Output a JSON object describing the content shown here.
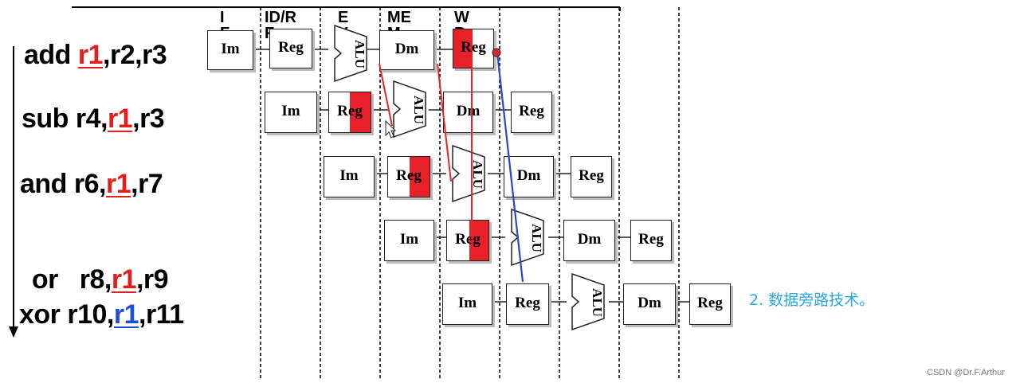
{
  "stages": [
    "I F",
    "ID/R F",
    "E X",
    "ME M",
    "W B"
  ],
  "instructions": [
    {
      "pre": "add ",
      "reg": "r1",
      "post": ",r2,r3",
      "color": "#e11d1d"
    },
    {
      "pre": "sub r4,",
      "reg": "r1",
      "post": ",r3",
      "color": "#e11d1d"
    },
    {
      "pre": "and r6,",
      "reg": "r1",
      "post": ",r7",
      "color": "#e11d1d"
    },
    {
      "pre": "or   r8,",
      "reg": "r1",
      "post": ",r9",
      "color": "#e11d1d"
    },
    {
      "pre": "xor r10,",
      "reg": "r1",
      "post": ",r11",
      "color": "#1d4fd8"
    }
  ],
  "units": {
    "im": "Im",
    "reg": "Reg",
    "alu": "ALU",
    "dm": "Dm"
  },
  "colors": {
    "highlight": "#e8202a",
    "forward_red": "#e22",
    "forward_blue": "#2748c8",
    "caption": "#2aa7e0"
  },
  "caption": "2. 数据旁路技术。",
  "watermark": "CSDN @Dr.F.Arthur"
}
